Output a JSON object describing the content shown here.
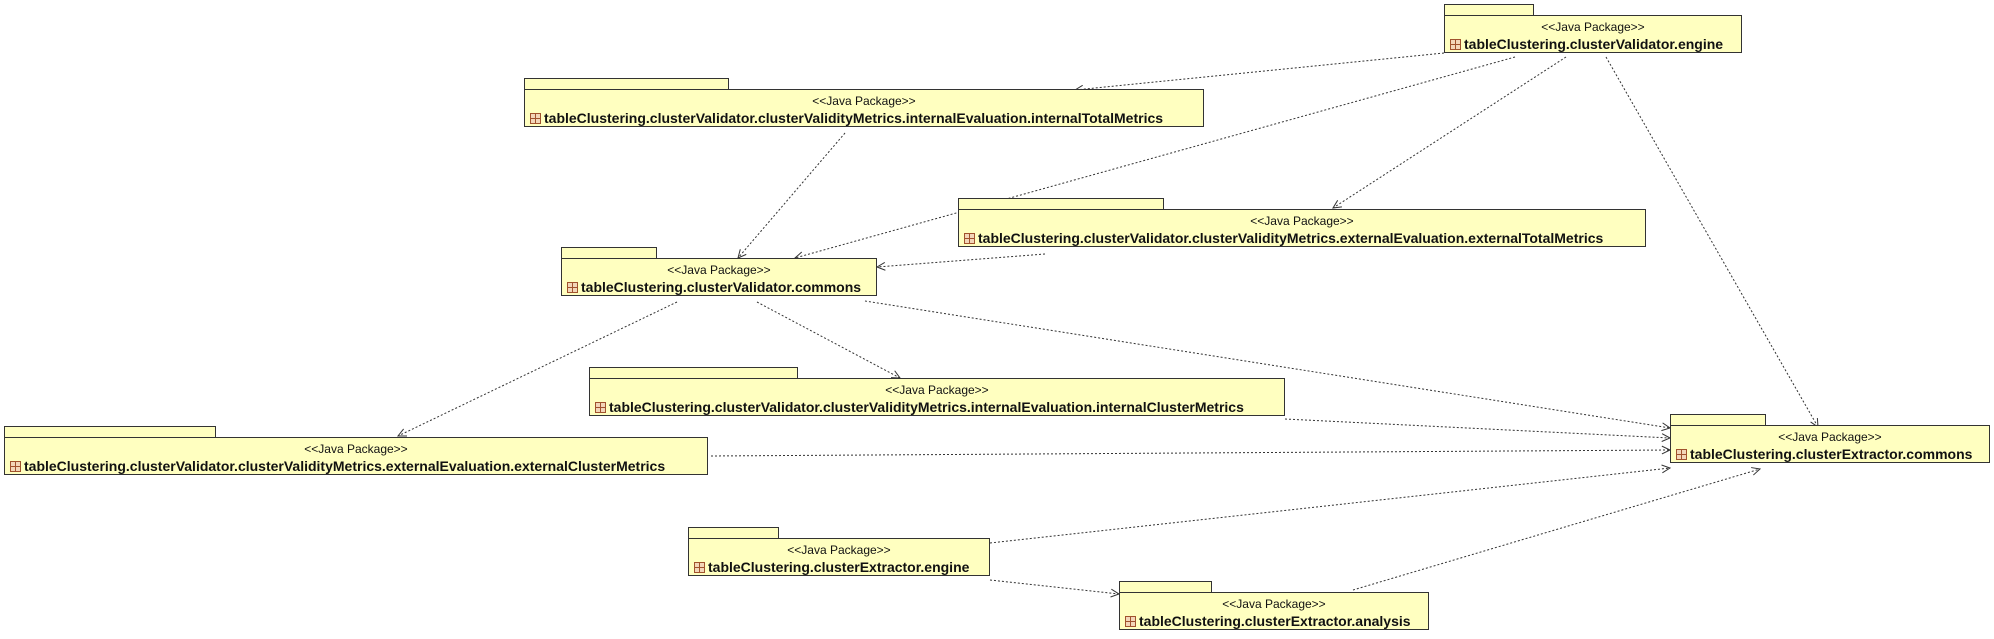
{
  "diagram": {
    "packages": [
      {
        "id": "engine",
        "stereotype": "<<Java Package>>",
        "name": "tableClustering.clusterValidator.engine"
      },
      {
        "id": "internalTotal",
        "stereotype": "<<Java Package>>",
        "name": "tableClustering.clusterValidator.clusterValidityMetrics.internalEvaluation.internalTotalMetrics"
      },
      {
        "id": "externalTotal",
        "stereotype": "<<Java Package>>",
        "name": "tableClustering.clusterValidator.clusterValidityMetrics.externalEvaluation.externalTotalMetrics"
      },
      {
        "id": "validatorCommons",
        "stereotype": "<<Java Package>>",
        "name": "tableClustering.clusterValidator.commons"
      },
      {
        "id": "internalCluster",
        "stereotype": "<<Java Package>>",
        "name": "tableClustering.clusterValidator.clusterValidityMetrics.internalEvaluation.internalClusterMetrics"
      },
      {
        "id": "externalCluster",
        "stereotype": "<<Java Package>>",
        "name": "tableClustering.clusterValidator.clusterValidityMetrics.externalEvaluation.externalClusterMetrics"
      },
      {
        "id": "extractorCommons",
        "stereotype": "<<Java Package>>",
        "name": "tableClustering.clusterExtractor.commons"
      },
      {
        "id": "extractorEngine",
        "stereotype": "<<Java Package>>",
        "name": "tableClustering.clusterExtractor.engine"
      },
      {
        "id": "extractorAnalysis",
        "stereotype": "<<Java Package>>",
        "name": "tableClustering.clusterExtractor.analysis"
      }
    ],
    "dependencies": [
      {
        "from": "engine",
        "to": "internalTotal"
      },
      {
        "from": "engine",
        "to": "validatorCommons"
      },
      {
        "from": "engine",
        "to": "externalTotal"
      },
      {
        "from": "engine",
        "to": "extractorCommons"
      },
      {
        "from": "internalTotal",
        "to": "validatorCommons"
      },
      {
        "from": "externalTotal",
        "to": "validatorCommons"
      },
      {
        "from": "validatorCommons",
        "to": "externalCluster"
      },
      {
        "from": "validatorCommons",
        "to": "internalCluster"
      },
      {
        "from": "validatorCommons",
        "to": "extractorCommons"
      },
      {
        "from": "internalCluster",
        "to": "extractorCommons"
      },
      {
        "from": "externalCluster",
        "to": "extractorCommons"
      },
      {
        "from": "extractorEngine",
        "to": "extractorCommons"
      },
      {
        "from": "extractorEngine",
        "to": "extractorAnalysis"
      },
      {
        "from": "extractorAnalysis",
        "to": "extractorCommons"
      }
    ]
  }
}
